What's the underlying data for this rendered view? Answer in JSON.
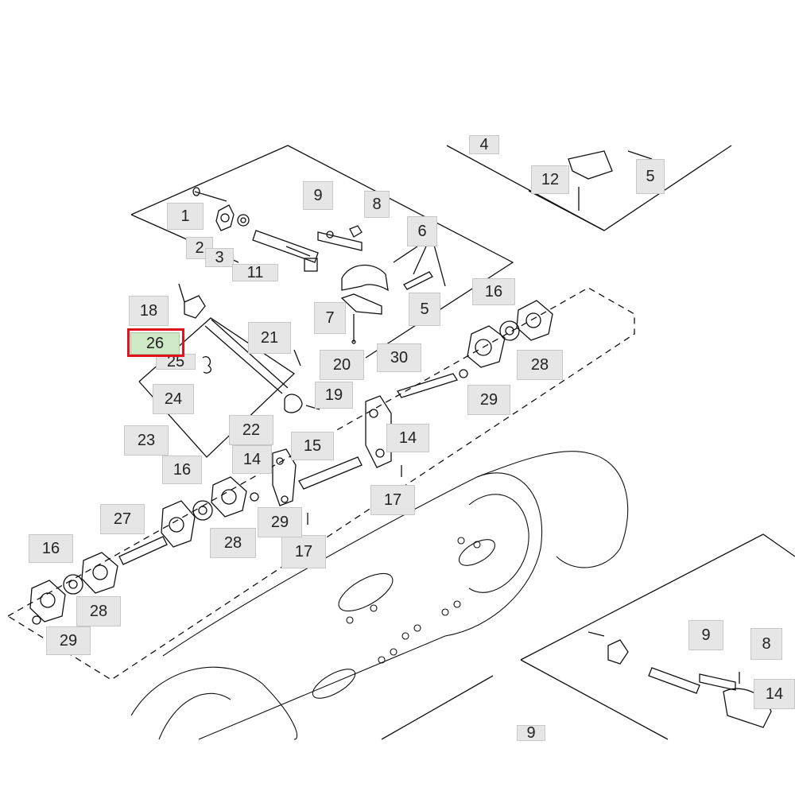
{
  "diagram": {
    "callouts": [
      {
        "id": "c1",
        "label": "1"
      },
      {
        "id": "c2",
        "label": "2"
      },
      {
        "id": "c3",
        "label": "3"
      },
      {
        "id": "c4top",
        "label": "4"
      },
      {
        "id": "c5top",
        "label": "5"
      },
      {
        "id": "c5",
        "label": "5"
      },
      {
        "id": "c6",
        "label": "6"
      },
      {
        "id": "c7",
        "label": "7"
      },
      {
        "id": "c8",
        "label": "8"
      },
      {
        "id": "c9",
        "label": "9"
      },
      {
        "id": "c11",
        "label": "11"
      },
      {
        "id": "c12",
        "label": "12"
      },
      {
        "id": "c14a",
        "label": "14"
      },
      {
        "id": "c14b",
        "label": "14"
      },
      {
        "id": "c15",
        "label": "15"
      },
      {
        "id": "c16a",
        "label": "16"
      },
      {
        "id": "c16b",
        "label": "16"
      },
      {
        "id": "c16c",
        "label": "16"
      },
      {
        "id": "c17a",
        "label": "17"
      },
      {
        "id": "c17b",
        "label": "17"
      },
      {
        "id": "c18",
        "label": "18"
      },
      {
        "id": "c19",
        "label": "19"
      },
      {
        "id": "c20",
        "label": "20"
      },
      {
        "id": "c21",
        "label": "21"
      },
      {
        "id": "c22",
        "label": "22"
      },
      {
        "id": "c23",
        "label": "23"
      },
      {
        "id": "c24",
        "label": "24"
      },
      {
        "id": "c25",
        "label": "25"
      },
      {
        "id": "c26",
        "label": "26"
      },
      {
        "id": "c27",
        "label": "27"
      },
      {
        "id": "c28a",
        "label": "28"
      },
      {
        "id": "c28b",
        "label": "28"
      },
      {
        "id": "c28c",
        "label": "28"
      },
      {
        "id": "c29a",
        "label": "29"
      },
      {
        "id": "c29b",
        "label": "29"
      },
      {
        "id": "c29c",
        "label": "29"
      },
      {
        "id": "c30",
        "label": "30"
      },
      {
        "id": "c9b",
        "label": "9"
      },
      {
        "id": "c8b",
        "label": "8"
      },
      {
        "id": "c14c",
        "label": "14"
      },
      {
        "id": "c9c",
        "label": "9"
      }
    ],
    "highlighted": "26",
    "highlight_color": "#e0121b",
    "callout_fill": "#e6e6e6",
    "highlight_fill": "#cfe8c6"
  }
}
